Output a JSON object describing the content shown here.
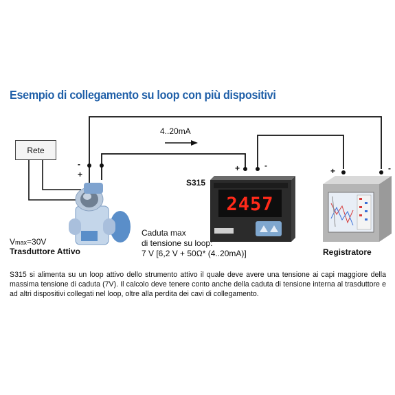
{
  "title": "Esempio di collegamento su loop con più dispositivi",
  "current_label": "4..20mA",
  "rete": {
    "label": "Rete"
  },
  "transducer": {
    "vmax_prefix": "V",
    "vmax_sub": "max",
    "vmax_value": "=30V",
    "name": "Trasduttore Attivo",
    "minus": "-",
    "plus": "+"
  },
  "s315": {
    "name": "S315",
    "display_value": "2457",
    "plus": "+",
    "minus": "-"
  },
  "recorder": {
    "name": "Registratore",
    "plus": "+",
    "minus": "-"
  },
  "voltage_drop": {
    "line1": "Caduta max",
    "line2": "di tensione su loop:",
    "line3": "7 V [6,2 V + 50Ω* (4..20mA)]"
  },
  "description": "S315 si alimenta su un loop attivo dello strumento attivo il quale deve avere una tensione ai capi maggiore della massima tensione di caduta (7V). Il calcolo deve tenere conto anche della caduta di tensione interna al trasduttore e ad altri dispositivi collegati nel loop, oltre alla perdita dei cavi di collegamento.",
  "colors": {
    "title": "#1f5fa8",
    "display_digits": "#ff2a1a",
    "wire": "#111111"
  }
}
